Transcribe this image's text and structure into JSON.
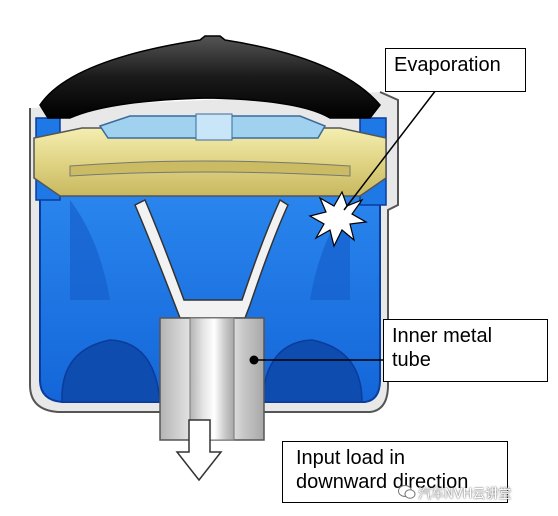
{
  "labels": {
    "evaporation": "Evaporation",
    "inner_metal_tube_line1": "Inner metal",
    "inner_metal_tube_line2": "tube",
    "input_load_line1": "Input load in",
    "input_load_line2": "downward direction"
  },
  "watermark": "汽车NVH云讲堂",
  "colors": {
    "rubber_blue": "#1e78e6",
    "dark_blue": "#0a3c9c",
    "metal_cap": "#222222",
    "diaphragm_yellow": "#e6dc8c",
    "light_blue_plate": "#a0d2f0",
    "tube_gray": "#d2d2d2"
  }
}
